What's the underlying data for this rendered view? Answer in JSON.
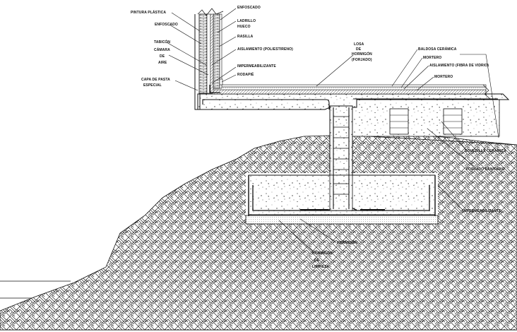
{
  "colors": {
    "line": "#111111",
    "background": "#ffffff",
    "hatch": "#222222"
  },
  "labels": {
    "pintura_plastica": "PINTURA PLÁSTICA",
    "enfoscado_izq": "ENFOSCADO",
    "tabicon": "TABICÓN",
    "camara_de_aire": [
      "CÁMARA",
      "DE",
      "AIRE"
    ],
    "capa_de_pasta": [
      "CAPA DE PASTA",
      "ESPECIAL"
    ],
    "enfoscado_top": "ENFOSCADO",
    "ladrillo_hueco": [
      "LADRILLO",
      "HUECO"
    ],
    "rasilla": "RASILLA",
    "aislamiento_poliestireno": "AISLAMIENTO (POLIESTIRENO)",
    "impermeabilizante_1": "IMPERMEABILIZANTE",
    "rodapie": "RODAPIÉ",
    "losa": [
      "LOSA",
      "DE",
      "HORMIGÓN",
      "(FORJADO)"
    ],
    "baldosa_ceramica": "BALDOSA CERÁMICA",
    "mortero_1": "MORTERO",
    "aislamiento_fibra": "AISLAMIENTO (FIBRA DE VIDRIO)",
    "mortero_2": "MORTERO",
    "bovedilla_ceramica": "BOVEDILLA CERÁMICA",
    "forjado_sanitario": "FORJADO SANITARIO",
    "impermeabilizante_2": "IMPERMEABILIZANTE",
    "hormigon": "HORMIGÓN",
    "hormigon_de_limpieza": [
      "HORMIGÓN",
      "DE",
      "LIMPIEZA"
    ]
  }
}
